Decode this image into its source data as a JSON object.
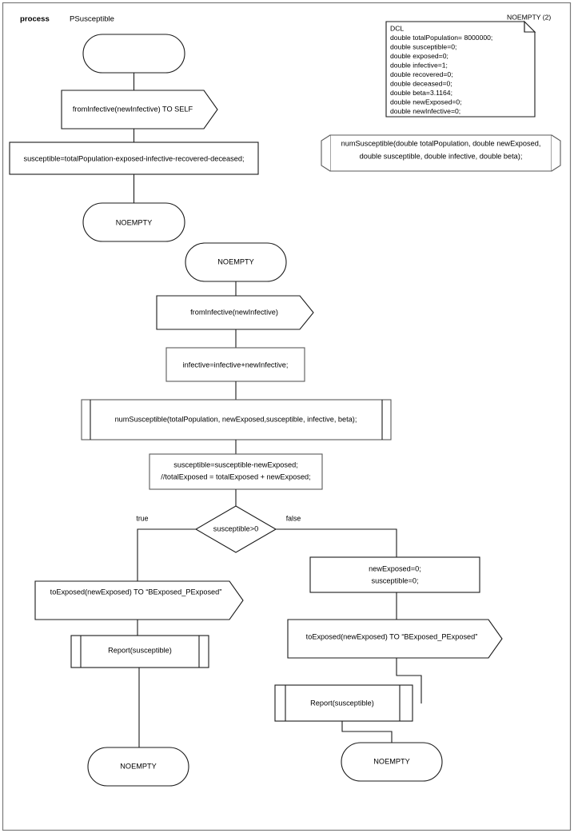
{
  "header": {
    "keyword": "process",
    "process_name": "PSusceptible"
  },
  "note": {
    "title_label": "NOEMPTY (2)",
    "lines": [
      "DCL",
      "double totalPopulation= 8000000;",
      "double susceptible=0;",
      "double exposed=0;",
      "double infective=1;",
      "double recovered=0;",
      "double deceased=0;",
      "double beta=3.1164;",
      "double newExposed=0;",
      "double newInfective=0;"
    ]
  },
  "procedure_decl": {
    "line1": "numSusceptible(double totalPopulation, double newExposed,",
    "line2": "double susceptible, double infective, double beta);"
  },
  "flow": {
    "start_state_label": "",
    "input1": "fromInfective(newInfective) TO SELF",
    "task1": "susceptible=totalPopulation-exposed-infective-recovered-deceased;",
    "state1": "NOEMPTY",
    "state2": "NOEMPTY",
    "input2": "fromInfective(newInfective)",
    "task2": "infective=infective+newInfective;",
    "call1": "numSusceptible(totalPopulation, newExposed,susceptible, infective, beta);",
    "task3_line1": "susceptible=susceptible-newExposed;",
    "task3_line2": "//totalExposed = totalExposed + newExposed;",
    "decision": "susceptible>0",
    "branch_true_label": "true",
    "branch_false_label": "false",
    "true_output": "toExposed(newExposed) TO “BExposed_PExposed”",
    "true_call": "Report(susceptible)",
    "true_end_state": "NOEMPTY",
    "false_task_line1": "newExposed=0;",
    "false_task_line2": "susceptible=0;",
    "false_output": "toExposed(newExposed) TO “BExposed_PExposed”",
    "false_call": "Report(susceptible)",
    "false_end_state": "NOEMPTY"
  },
  "colors": {
    "shape_stroke": "#595959",
    "connector_stroke": "#1a1a1a",
    "frame_stroke": "#7a7a7a",
    "background": "#ffffff"
  }
}
